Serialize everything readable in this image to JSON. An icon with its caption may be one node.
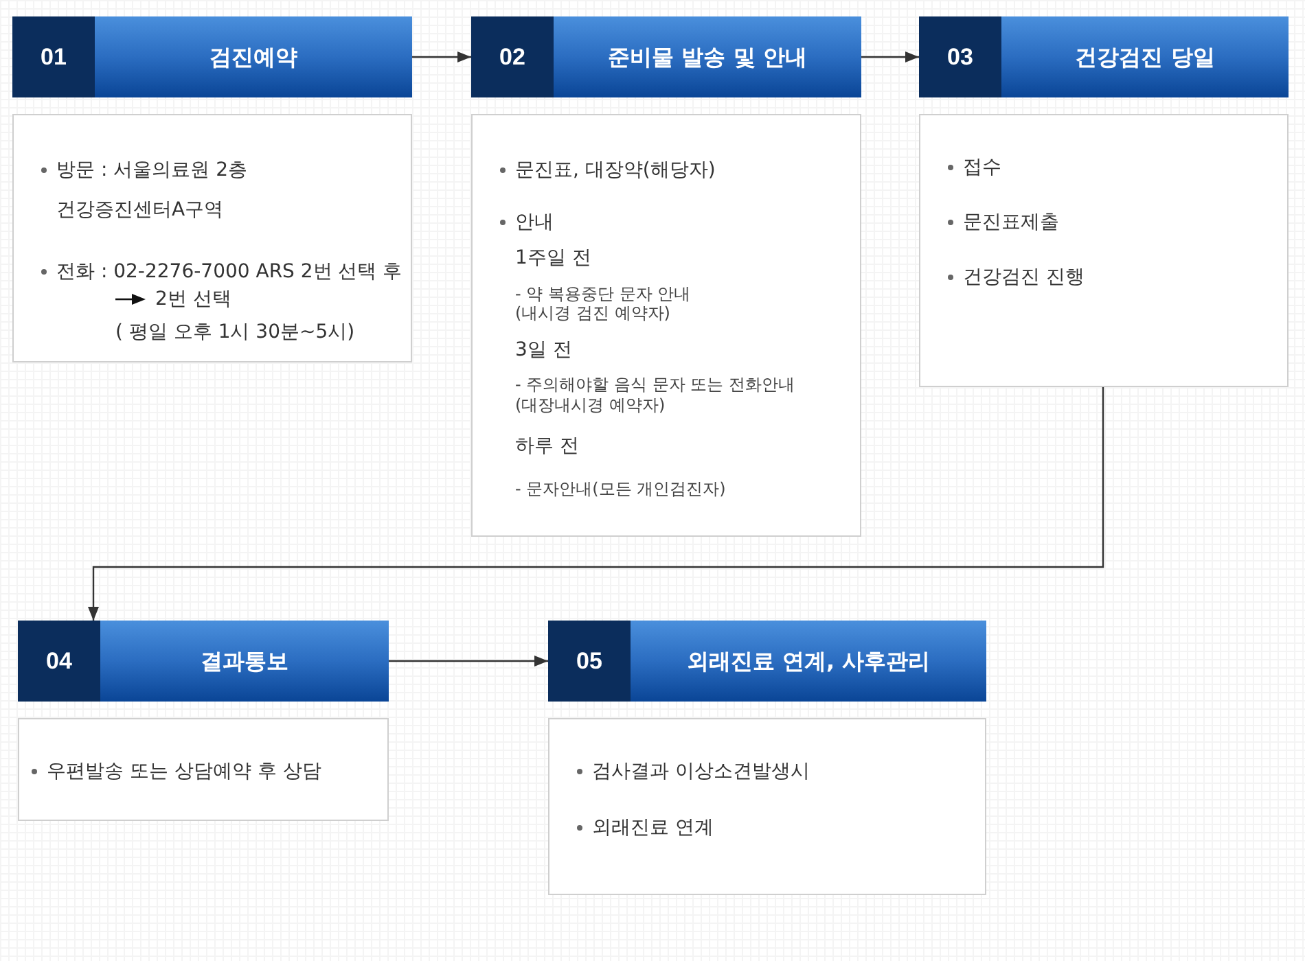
{
  "diagram": {
    "nodes": [
      {
        "text": [
          "01",
          "검진예약"
        ]
      },
      {
        "text": [
          "방문 : 서울의료원 2층 건강증진센터A구역",
          "전화 : 02-2276-7000 ARS 2번 선택 후",
          "2번 선택",
          "( 평일 오후 1시 30분~5시)"
        ]
      },
      {
        "text": [
          "02",
          "준비물 발송 및 안내"
        ]
      },
      {
        "text": [
          "문진표, 대장약(해당자)",
          "안내",
          "1주일 전",
          "- 약 복용중단 문자 안내 (내시경 검진 예약자)",
          "3일 전",
          "- 주의해야할 음식 문자 또는 전화안내 (대장내시경 예약자)",
          "하루 전",
          "- 문자안내(모든 개인검진자)"
        ]
      },
      {
        "text": [
          "03",
          "건강검진 당일"
        ]
      },
      {
        "text": [
          "접수",
          "문진표제출",
          "건강검진 진행"
        ]
      },
      {
        "text": [
          "04",
          "결과통보"
        ]
      },
      {
        "text": [
          "우편발송 또는 상담예약 후 상담"
        ]
      },
      {
        "text": [
          "05",
          "외래진료 연계, 사후관리"
        ]
      },
      {
        "text": [
          "검사결과 이상소견발생시",
          "외래진료 연계"
        ]
      }
    ],
    "edges": [
      {
        "from": 0,
        "to": 2,
        "arrow": "to"
      },
      {
        "from": 2,
        "to": 4,
        "arrow": "to"
      },
      {
        "from": 5,
        "to": 6,
        "arrow": "to"
      },
      {
        "from": 6,
        "to": 8,
        "arrow": "to"
      }
    ]
  }
}
